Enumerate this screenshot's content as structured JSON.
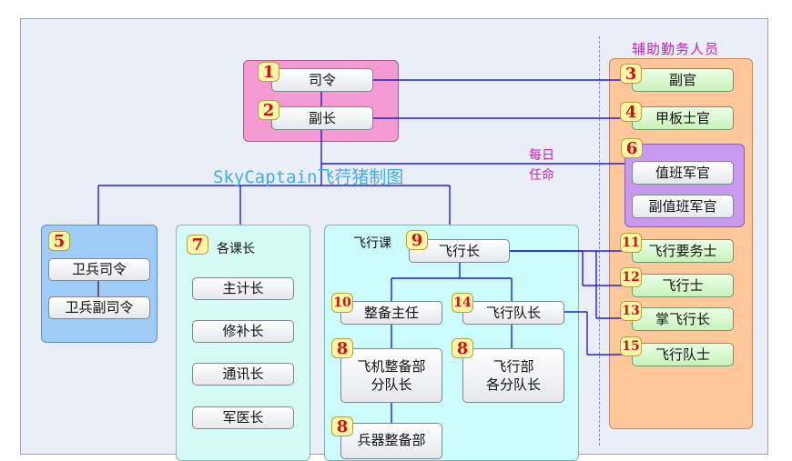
{
  "watermark": "SkyCaptain飞荇猪制图",
  "side_title": "辅助勤务人员",
  "daily_duty": [
    "每日",
    "任命"
  ],
  "command": {
    "commander": {
      "num": "1",
      "label": "司令"
    },
    "deputy": {
      "num": "2",
      "label": "副长"
    }
  },
  "aux": {
    "adjutant": {
      "num": "3",
      "label": "副官"
    },
    "deck_officer": {
      "num": "4",
      "label": "甲板士官"
    },
    "duty_group_num": "6",
    "duty_officer": "值班军官",
    "deputy_duty_officer": "副值班军官",
    "flight_ops": {
      "num": "11",
      "label": "飞行要务士"
    },
    "flight_crew": {
      "num": "12",
      "label": "飞行士"
    },
    "flight_master": {
      "num": "13",
      "label": "掌飞行长"
    },
    "squadron_crew": {
      "num": "15",
      "label": "飞行队士"
    }
  },
  "guard": {
    "num": "5",
    "commander": "卫兵司令",
    "deputy": "卫兵副司令"
  },
  "dept": {
    "num": "7",
    "title": "各课长",
    "items": [
      "主计长",
      "修补长",
      "通讯长",
      "军医长"
    ]
  },
  "flight": {
    "section_label": "飞行课",
    "head": {
      "num": "9",
      "label": "飞行长"
    },
    "maint_chief": {
      "num": "10",
      "label": "整备主任"
    },
    "squadron_leader": {
      "num": "14",
      "label": "飞行队长"
    },
    "aircraft_maint": {
      "num": "8",
      "line1": "飞机整备部",
      "line2": "分队长"
    },
    "flight_div": {
      "num": "8",
      "line1": "飞行部",
      "line2": "各分队长"
    },
    "weapons_maint": {
      "num": "8",
      "line1": "兵器整备部"
    }
  }
}
